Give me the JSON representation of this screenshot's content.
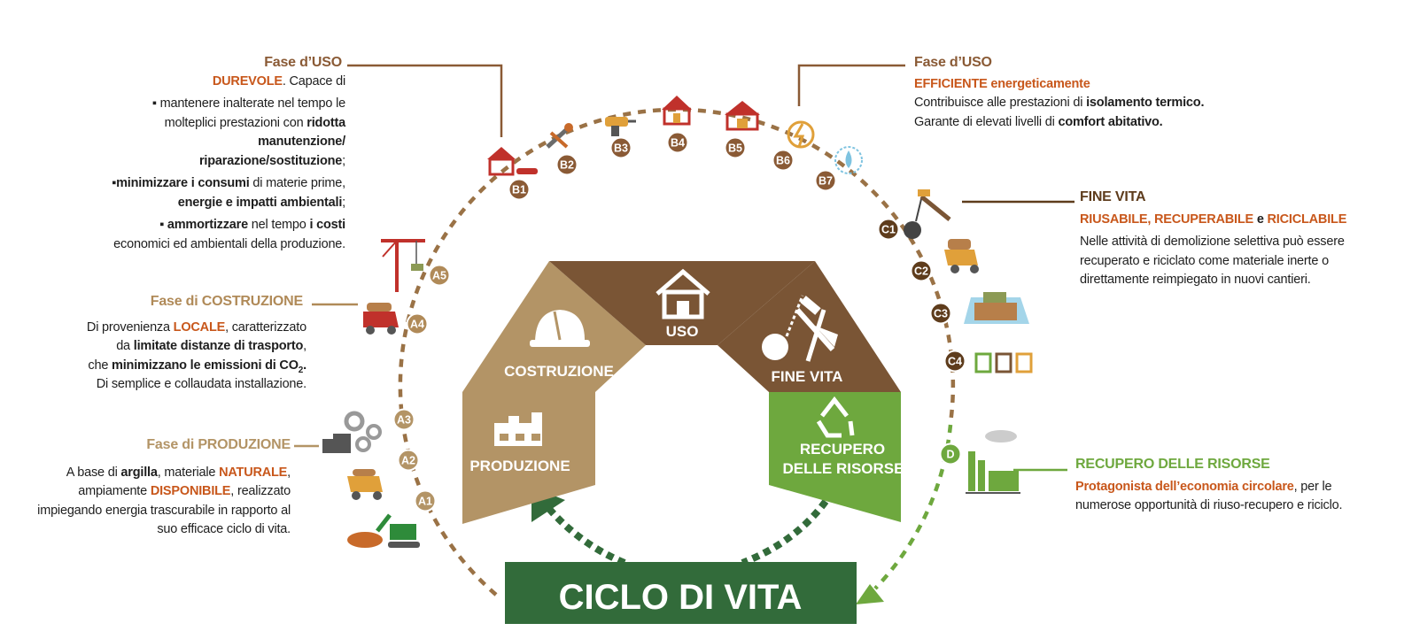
{
  "title": "CICLO DI VITA",
  "stages": {
    "produzione": "PRODUZIONE",
    "costruzione": "COSTRUZIONE",
    "uso": "USO",
    "fine_vita": "FINE VITA",
    "recupero_1": "RECUPERO",
    "recupero_2": "DELLE RISORSE"
  },
  "badges": [
    "A1",
    "A2",
    "A3",
    "A4",
    "A5",
    "B1",
    "B2",
    "B3",
    "B4",
    "B5",
    "B6",
    "B7",
    "C1",
    "C2",
    "C3",
    "C4",
    "D"
  ],
  "colors": {
    "brown_dark": "#7a5535",
    "tan": "#b39466",
    "brown_mid": "#9a7246",
    "green": "#6ea83e",
    "green_dark": "#326b3a",
    "orange": "#c8571b"
  },
  "fase_uso_left": {
    "heading": "Fase d’USO",
    "kw": "DUREVOLE",
    "intro": ". Capace di",
    "b1_1": "mantenere inalterate nel tempo le",
    "b1_2": "molteplici prestazioni con",
    "b1_2b": "ridotta",
    "b1_3": "manutenzione/",
    "b1_4": "riparazione/sostituzione",
    "b1_4b": ";",
    "b2_1a": "minimizzare i consumi",
    "b2_1b": " di materie prime,",
    "b2_2": "energie e impatti ambientali",
    "b2_2b": ";",
    "b3_1a": "ammortizzare",
    "b3_1b": " nel tempo ",
    "b3_1c": "i costi",
    "b3_2": "economici ed ambientali della produzione."
  },
  "fase_costruzione": {
    "heading": "Fase di COSTRUZIONE",
    "l1a": "Di provenienza ",
    "l1b": "LOCALE",
    "l1c": ", caratterizzato",
    "l2a": "da ",
    "l2b": "limitate distanze di trasporto",
    "l2c": ",",
    "l3a": "che ",
    "l3b": "minimizzano le emissioni di CO",
    "l3sub": "2",
    "l3c": ".",
    "l4": "Di semplice e collaudata installazione."
  },
  "fase_produzione": {
    "heading": "Fase di PRODUZIONE",
    "l1a": "A base di ",
    "l1b": "argilla",
    "l1c": ", materiale ",
    "l1d": "NATURALE",
    "l1e": ",",
    "l2a": "ampiamente ",
    "l2b": "DISPONIBILE",
    "l2c": ", realizzato",
    "l3": "impiegando energia trascurabile in rapporto al",
    "l4": "suo efficace ciclo di vita."
  },
  "fase_uso_right": {
    "heading": "Fase d’USO",
    "kw": "EFFICIENTE energeticamente",
    "l1a": "Contribuisce alle prestazioni di ",
    "l1b": "isolamento termico.",
    "l2a": "Garante di elevati livelli di ",
    "l2b": "comfort abitativo."
  },
  "fine_vita": {
    "heading": "FINE VITA",
    "kw1": "RIUSABILE, RECUPERABILE",
    "kw_and": " e ",
    "kw2": "RICICLABILE",
    "l1": "Nelle attività di demolizione selettiva può essere",
    "l2": "recuperato e riciclato come materiale inerte o",
    "l3": "direttamente reimpiegato in nuovi cantieri."
  },
  "recupero": {
    "heading": "RECUPERO DELLE RISORSE",
    "l1a": "Protagonista dell’economia circolare",
    "l1b": ", per le",
    "l2": "numerose opportunità di riuso-recupero e riciclo."
  }
}
